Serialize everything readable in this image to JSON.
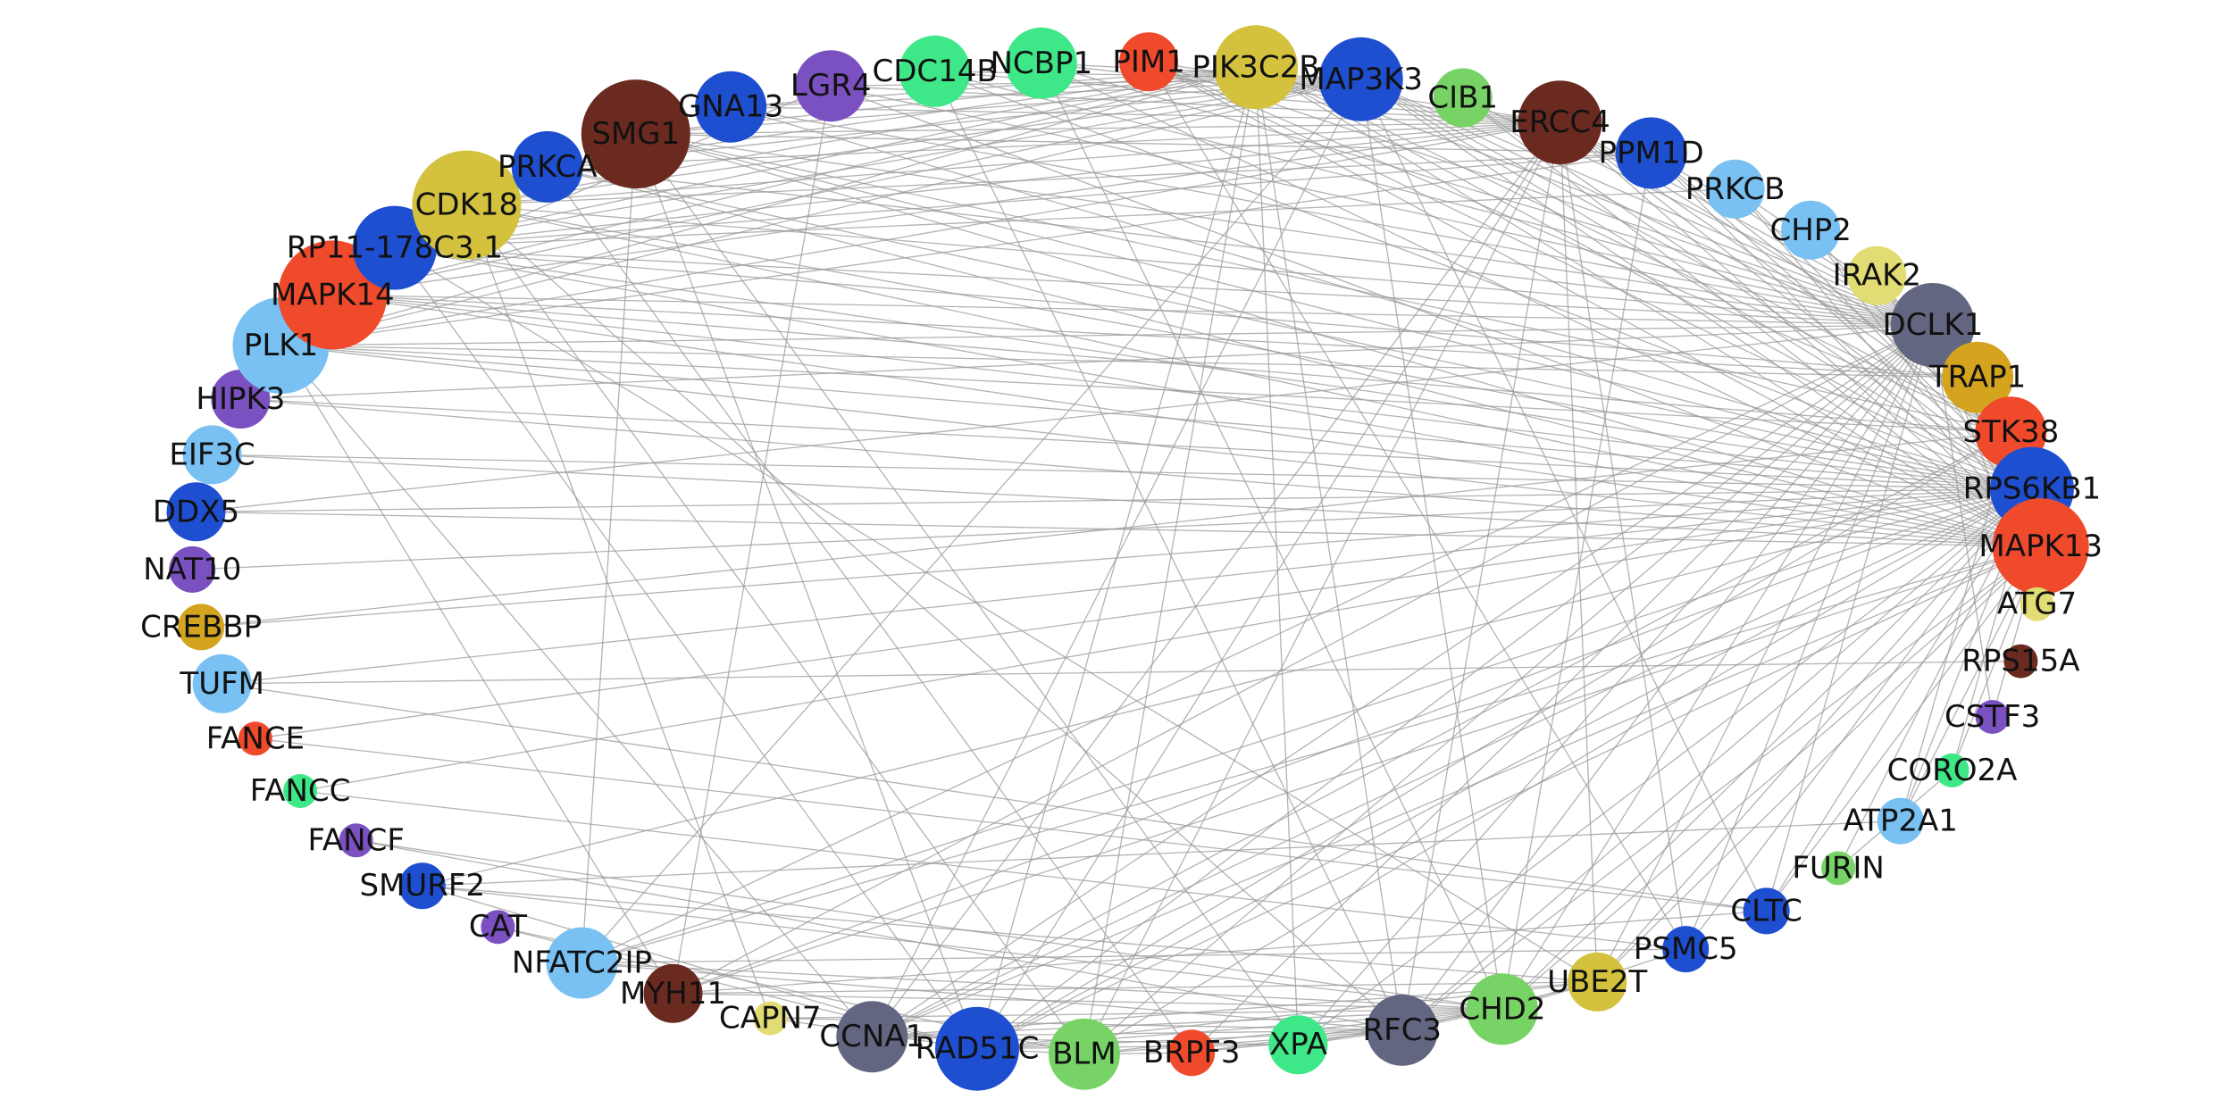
{
  "network": {
    "nodes": [
      {
        "label": "PIM1",
        "color": "#f04a2c",
        "weight": 3
      },
      {
        "label": "PIK3C2B",
        "color": "#d4c23e",
        "weight": 5
      },
      {
        "label": "MAP3K3",
        "color": "#1f4fd1",
        "weight": 5
      },
      {
        "label": "CIB1",
        "color": "#77d365",
        "weight": 3
      },
      {
        "label": "ERCC4",
        "color": "#6b2a20",
        "weight": 5
      },
      {
        "label": "PPM1D",
        "color": "#1f4fd1",
        "weight": 4
      },
      {
        "label": "PRKCB",
        "color": "#78c1f2",
        "weight": 3
      },
      {
        "label": "CHP2",
        "color": "#78c1f2",
        "weight": 3
      },
      {
        "label": "IRAK2",
        "color": "#e1dc73",
        "weight": 3
      },
      {
        "label": "DCLK1",
        "color": "#636681",
        "weight": 5
      },
      {
        "label": "TRAP1",
        "color": "#d4a41e",
        "weight": 4
      },
      {
        "label": "STK38",
        "color": "#f04a2c",
        "weight": 4
      },
      {
        "label": "RPS6KB1",
        "color": "#1f4fd1",
        "weight": 5
      },
      {
        "label": "MAPK13",
        "color": "#f04a2c",
        "weight": 6
      },
      {
        "label": "ATG7",
        "color": "#e1dc73",
        "weight": 1
      },
      {
        "label": "RPS15A",
        "color": "#6b2a20",
        "weight": 1
      },
      {
        "label": "CSTF3",
        "color": "#7b51c2",
        "weight": 1
      },
      {
        "label": "CORO2A",
        "color": "#3ee888",
        "weight": 1
      },
      {
        "label": "ATP2A1",
        "color": "#78c1f2",
        "weight": 2
      },
      {
        "label": "FURIN",
        "color": "#77d365",
        "weight": 1
      },
      {
        "label": "CLTC",
        "color": "#1f4fd1",
        "weight": 2
      },
      {
        "label": "PSMC5",
        "color": "#1f4fd1",
        "weight": 2
      },
      {
        "label": "UBE2T",
        "color": "#d4c23e",
        "weight": 3
      },
      {
        "label": "CHD2",
        "color": "#77d365",
        "weight": 4
      },
      {
        "label": "RFC3",
        "color": "#636681",
        "weight": 4
      },
      {
        "label": "XPA",
        "color": "#3ee888",
        "weight": 3
      },
      {
        "label": "BRPF3",
        "color": "#f04a2c",
        "weight": 2
      },
      {
        "label": "BLM",
        "color": "#77d365",
        "weight": 4
      },
      {
        "label": "RAD51C",
        "color": "#1f4fd1",
        "weight": 5
      },
      {
        "label": "CCNA1",
        "color": "#636681",
        "weight": 4
      },
      {
        "label": "CAPN7",
        "color": "#e1dc73",
        "weight": 1
      },
      {
        "label": "MYH11",
        "color": "#6b2a20",
        "weight": 3
      },
      {
        "label": "NFATC2IP",
        "color": "#78c1f2",
        "weight": 4
      },
      {
        "label": "CAT",
        "color": "#7b51c2",
        "weight": 1
      },
      {
        "label": "SMURF2",
        "color": "#1f4fd1",
        "weight": 2
      },
      {
        "label": "FANCF",
        "color": "#7b51c2",
        "weight": 1
      },
      {
        "label": "FANCC",
        "color": "#3ee888",
        "weight": 1
      },
      {
        "label": "FANCE",
        "color": "#f04a2c",
        "weight": 1
      },
      {
        "label": "TUFM",
        "color": "#78c1f2",
        "weight": 3
      },
      {
        "label": "CREBBP",
        "color": "#d4a41e",
        "weight": 2
      },
      {
        "label": "NAT10",
        "color": "#7b51c2",
        "weight": 2
      },
      {
        "label": "DDX5",
        "color": "#1f4fd1",
        "weight": 3
      },
      {
        "label": "EIF3C",
        "color": "#78c1f2",
        "weight": 3
      },
      {
        "label": "HIPK3",
        "color": "#7b51c2",
        "weight": 3
      },
      {
        "label": "PLK1",
        "color": "#78c1f2",
        "weight": 6
      },
      {
        "label": "MAPK14",
        "color": "#f04a2c",
        "weight": 7
      },
      {
        "label": "RP11-178C3.1",
        "color": "#1f4fd1",
        "weight": 5
      },
      {
        "label": "CDK18",
        "color": "#d4c23e",
        "weight": 7
      },
      {
        "label": "PRKCA",
        "color": "#1f4fd1",
        "weight": 4
      },
      {
        "label": "SMG1",
        "color": "#6b2a20",
        "weight": 7
      },
      {
        "label": "GNA13",
        "color": "#1f4fd1",
        "weight": 4
      },
      {
        "label": "LGR4",
        "color": "#7b51c2",
        "weight": 4
      },
      {
        "label": "CDC14B",
        "color": "#3ee888",
        "weight": 4
      },
      {
        "label": "NCBP1",
        "color": "#3ee888",
        "weight": 4
      }
    ],
    "edges": [
      [
        45,
        13
      ],
      [
        45,
        12
      ],
      [
        45,
        9
      ],
      [
        45,
        11
      ],
      [
        45,
        10
      ],
      [
        45,
        4
      ],
      [
        45,
        2
      ],
      [
        45,
        1
      ],
      [
        45,
        51
      ],
      [
        44,
        13
      ],
      [
        44,
        12
      ],
      [
        44,
        11
      ],
      [
        44,
        9
      ],
      [
        44,
        10
      ],
      [
        44,
        2
      ],
      [
        44,
        1
      ],
      [
        44,
        4
      ],
      [
        44,
        5
      ],
      [
        44,
        31
      ],
      [
        44,
        29
      ],
      [
        47,
        13
      ],
      [
        47,
        12
      ],
      [
        47,
        9
      ],
      [
        47,
        2
      ],
      [
        47,
        1
      ],
      [
        47,
        4
      ],
      [
        47,
        5
      ],
      [
        47,
        27
      ],
      [
        47,
        24
      ],
      [
        47,
        30
      ],
      [
        46,
        13
      ],
      [
        46,
        12
      ],
      [
        46,
        9
      ],
      [
        46,
        10
      ],
      [
        46,
        2
      ],
      [
        46,
        1
      ],
      [
        46,
        4
      ],
      [
        46,
        5
      ],
      [
        46,
        6
      ],
      [
        46,
        28
      ],
      [
        46,
        22
      ],
      [
        49,
        13
      ],
      [
        49,
        12
      ],
      [
        49,
        9
      ],
      [
        49,
        11
      ],
      [
        49,
        2
      ],
      [
        49,
        1
      ],
      [
        49,
        4
      ],
      [
        49,
        5
      ],
      [
        49,
        28
      ],
      [
        49,
        25
      ],
      [
        49,
        32
      ],
      [
        48,
        13
      ],
      [
        48,
        12
      ],
      [
        48,
        9
      ],
      [
        48,
        2
      ],
      [
        48,
        4
      ],
      [
        48,
        1
      ],
      [
        48,
        26
      ],
      [
        50,
        12
      ],
      [
        50,
        9
      ],
      [
        50,
        4
      ],
      [
        50,
        2
      ],
      [
        50,
        1
      ],
      [
        51,
        13
      ],
      [
        51,
        9
      ],
      [
        51,
        2
      ],
      [
        51,
        4
      ],
      [
        51,
        31
      ],
      [
        52,
        12
      ],
      [
        52,
        9
      ],
      [
        52,
        4
      ],
      [
        52,
        2
      ],
      [
        52,
        24
      ],
      [
        53,
        13
      ],
      [
        53,
        9
      ],
      [
        53,
        4
      ],
      [
        53,
        2
      ],
      [
        53,
        23
      ],
      [
        0,
        13
      ],
      [
        0,
        12
      ],
      [
        0,
        9
      ],
      [
        0,
        4
      ],
      [
        0,
        11
      ],
      [
        0,
        21
      ],
      [
        1,
        13
      ],
      [
        1,
        12
      ],
      [
        1,
        9
      ],
      [
        1,
        11
      ],
      [
        1,
        25
      ],
      [
        1,
        28
      ],
      [
        1,
        27
      ],
      [
        1,
        24
      ],
      [
        2,
        13
      ],
      [
        2,
        12
      ],
      [
        2,
        9
      ],
      [
        2,
        11
      ],
      [
        2,
        10
      ],
      [
        2,
        23
      ],
      [
        2,
        20
      ],
      [
        2,
        29
      ],
      [
        2,
        32
      ],
      [
        3,
        13
      ],
      [
        3,
        12
      ],
      [
        3,
        9
      ],
      [
        4,
        13
      ],
      [
        4,
        12
      ],
      [
        4,
        9
      ],
      [
        4,
        11
      ],
      [
        4,
        10
      ],
      [
        4,
        28
      ],
      [
        4,
        24
      ],
      [
        4,
        22
      ],
      [
        4,
        27
      ],
      [
        4,
        29
      ],
      [
        4,
        21
      ],
      [
        5,
        13
      ],
      [
        5,
        12
      ],
      [
        5,
        9
      ],
      [
        5,
        11
      ],
      [
        5,
        23
      ],
      [
        6,
        12
      ],
      [
        6,
        9
      ],
      [
        6,
        13
      ],
      [
        7,
        13
      ],
      [
        7,
        12
      ],
      [
        8,
        12
      ],
      [
        8,
        13
      ],
      [
        43,
        12
      ],
      [
        43,
        13
      ],
      [
        43,
        9
      ],
      [
        42,
        12
      ],
      [
        42,
        13
      ],
      [
        41,
        9
      ],
      [
        41,
        12
      ],
      [
        41,
        13
      ],
      [
        38,
        15
      ],
      [
        38,
        12
      ],
      [
        38,
        20
      ],
      [
        39,
        11
      ],
      [
        39,
        12
      ],
      [
        40,
        12
      ],
      [
        37,
        20
      ],
      [
        37,
        12
      ],
      [
        36,
        21
      ],
      [
        36,
        12
      ],
      [
        35,
        24
      ],
      [
        35,
        23
      ],
      [
        34,
        28
      ],
      [
        34,
        22
      ],
      [
        34,
        23
      ],
      [
        34,
        18
      ],
      [
        34,
        12
      ],
      [
        33,
        27
      ],
      [
        33,
        28
      ],
      [
        32,
        13
      ],
      [
        32,
        12
      ],
      [
        32,
        9
      ],
      [
        32,
        24
      ],
      [
        32,
        23
      ],
      [
        32,
        21
      ],
      [
        31,
        13
      ],
      [
        31,
        12
      ],
      [
        31,
        9
      ],
      [
        31,
        20
      ],
      [
        31,
        22
      ],
      [
        31,
        23
      ],
      [
        30,
        28
      ],
      [
        30,
        24
      ],
      [
        30,
        23
      ],
      [
        29,
        13
      ],
      [
        29,
        12
      ],
      [
        29,
        9
      ],
      [
        29,
        11
      ],
      [
        29,
        25
      ],
      [
        29,
        23
      ],
      [
        29,
        24
      ],
      [
        29,
        22
      ],
      [
        28,
        13
      ],
      [
        28,
        12
      ],
      [
        28,
        9
      ],
      [
        28,
        11
      ],
      [
        28,
        25
      ],
      [
        28,
        24
      ],
      [
        28,
        23
      ],
      [
        28,
        22
      ],
      [
        28,
        27
      ],
      [
        27,
        9
      ],
      [
        27,
        12
      ],
      [
        27,
        24
      ],
      [
        27,
        23
      ],
      [
        27,
        26
      ],
      [
        26,
        9
      ],
      [
        26,
        23
      ],
      [
        26,
        24
      ],
      [
        25,
        9
      ],
      [
        25,
        24
      ],
      [
        25,
        23
      ],
      [
        25,
        12
      ],
      [
        24,
        13
      ],
      [
        24,
        12
      ],
      [
        24,
        9
      ],
      [
        24,
        23
      ],
      [
        24,
        22
      ],
      [
        23,
        13
      ],
      [
        23,
        12
      ],
      [
        23,
        9
      ],
      [
        23,
        22
      ],
      [
        23,
        21
      ],
      [
        22,
        13
      ],
      [
        22,
        9
      ],
      [
        22,
        12
      ],
      [
        21,
        9
      ],
      [
        21,
        12
      ],
      [
        20,
        9
      ],
      [
        20,
        12
      ],
      [
        20,
        13
      ],
      [
        18,
        13
      ],
      [
        18,
        12
      ],
      [
        18,
        11
      ],
      [
        19,
        12
      ],
      [
        19,
        17
      ],
      [
        17,
        13
      ],
      [
        17,
        12
      ],
      [
        16,
        13
      ],
      [
        16,
        9
      ],
      [
        14,
        13
      ],
      [
        14,
        9
      ],
      [
        10,
        13
      ],
      [
        11,
        13
      ],
      [
        9,
        13
      ]
    ]
  }
}
